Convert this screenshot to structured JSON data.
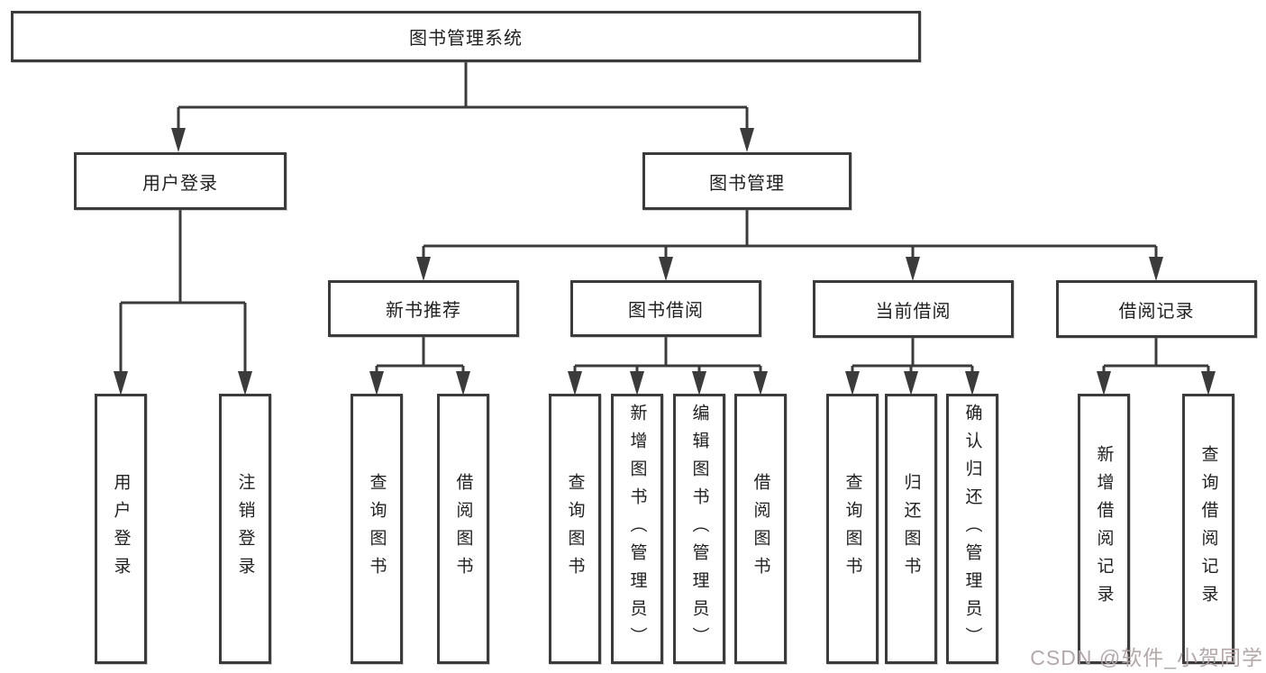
{
  "diagram": {
    "root": {
      "label": "图书管理系统"
    },
    "left_branch": {
      "label": "用户登录",
      "leaves": [
        {
          "label": "用户登录"
        },
        {
          "label": "注销登录"
        }
      ]
    },
    "right_branch": {
      "label": "图书管理",
      "sections": [
        {
          "label": "新书推荐",
          "leaves": [
            {
              "label": "查询图书"
            },
            {
              "label": "借阅图书"
            }
          ]
        },
        {
          "label": "图书借阅",
          "leaves": [
            {
              "label": "查询图书"
            },
            {
              "label": "新增图书（管理员）"
            },
            {
              "label": "编辑图书（管理员）"
            },
            {
              "label": "借阅图书"
            }
          ]
        },
        {
          "label": "当前借阅",
          "leaves": [
            {
              "label": "查询图书"
            },
            {
              "label": "归还图书"
            },
            {
              "label": "确认归还（管理员）"
            }
          ]
        },
        {
          "label": "借阅记录",
          "leaves": [
            {
              "label": "新增借阅记录"
            },
            {
              "label": "查询借阅记录"
            }
          ]
        }
      ]
    }
  },
  "watermark": {
    "text": "CSDN @软件_小贺同学"
  },
  "colors": {
    "line": "#3b3b3b",
    "box_border": "#3b3b3b",
    "box_fill": "#ffffff",
    "text": "#212121",
    "watermark": "#b2a2a4",
    "background": "#ffffff"
  }
}
